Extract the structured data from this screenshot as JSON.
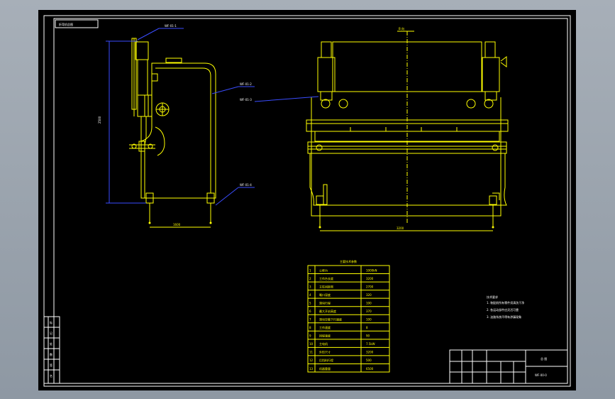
{
  "drawing": {
    "title_tag": "折弯机总图",
    "front_view_label": "B 向",
    "callouts": [
      "WF-01-1",
      "WF-01-2",
      "WF-01-3",
      "WF-01-4"
    ],
    "dimensions": {
      "side_height": "2500",
      "side_width": "1600",
      "front_width": "3200"
    },
    "spec_table": {
      "title": "主要技术参数",
      "rows": [
        [
          "1",
          "公称力",
          "1000kN"
        ],
        [
          "2",
          "工作台长度",
          "3200"
        ],
        [
          "3",
          "立柱间距离",
          "2700"
        ],
        [
          "4",
          "喉口深度",
          "320"
        ],
        [
          "5",
          "滑块行程",
          "100"
        ],
        [
          "6",
          "最大开启高度",
          "370"
        ],
        [
          "7",
          "滑块空载下行速度",
          "100"
        ],
        [
          "8",
          "工作速度",
          "8"
        ],
        [
          "9",
          "回程速度",
          "90"
        ],
        [
          "10",
          "主电机",
          "7.5kW"
        ],
        [
          "11",
          "外形尺寸",
          "3200"
        ],
        [
          "12",
          "后挡料行程",
          "500"
        ],
        [
          "13",
          "机器重量",
          "6500"
        ]
      ]
    },
    "notes": {
      "title": "技术要求",
      "lines": [
        "1. 装配前所有零件须清洗干净",
        "2. 各运动部件应灵活可靠",
        "3. 油路系统不得有渗漏现象"
      ]
    },
    "title_block": {
      "drawing_name": "总 图",
      "drawing_number": "WF-00-0"
    },
    "side_strip": [
      "标",
      "记",
      "处",
      "数",
      "签",
      "名"
    ]
  },
  "colors": {
    "background": "#000000",
    "lines": "#ffff00",
    "frame": "#ffffff",
    "dimension": "#3a4dff",
    "desktop": "#9aa3ad"
  }
}
